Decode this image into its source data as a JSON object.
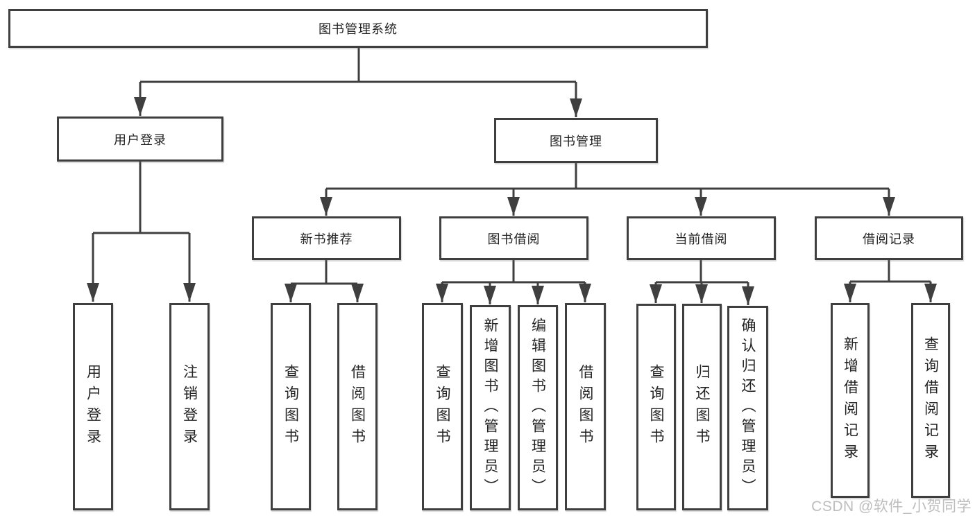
{
  "palette": {
    "line": "#3f3f3f",
    "text": "#232323",
    "watermark": "#bdbdbd",
    "background": "#ffffff"
  },
  "watermark": {
    "text": "CSDN @软件_小贺同学"
  },
  "tree": {
    "root": {
      "label": "图书管理系统",
      "children": [
        {
          "label": "用户登录",
          "children": [
            {
              "label": "用户登录"
            },
            {
              "label": "注销登录"
            }
          ]
        },
        {
          "label": "图书管理",
          "children": [
            {
              "label": "新书推荐",
              "children": [
                {
                  "label": "查询图书"
                },
                {
                  "label": "借阅图书"
                }
              ]
            },
            {
              "label": "图书借阅",
              "children": [
                {
                  "label": "查询图书"
                },
                {
                  "label": "新增图书（管理员）"
                },
                {
                  "label": "编辑图书（管理员）"
                },
                {
                  "label": "借阅图书"
                }
              ]
            },
            {
              "label": "当前借阅",
              "children": [
                {
                  "label": "查询图书"
                },
                {
                  "label": "归还图书"
                },
                {
                  "label": "确认归还（管理员）"
                }
              ]
            },
            {
              "label": "借阅记录",
              "children": [
                {
                  "label": "新增借阅记录"
                },
                {
                  "label": "查询借阅记录"
                }
              ]
            }
          ]
        }
      ]
    }
  }
}
